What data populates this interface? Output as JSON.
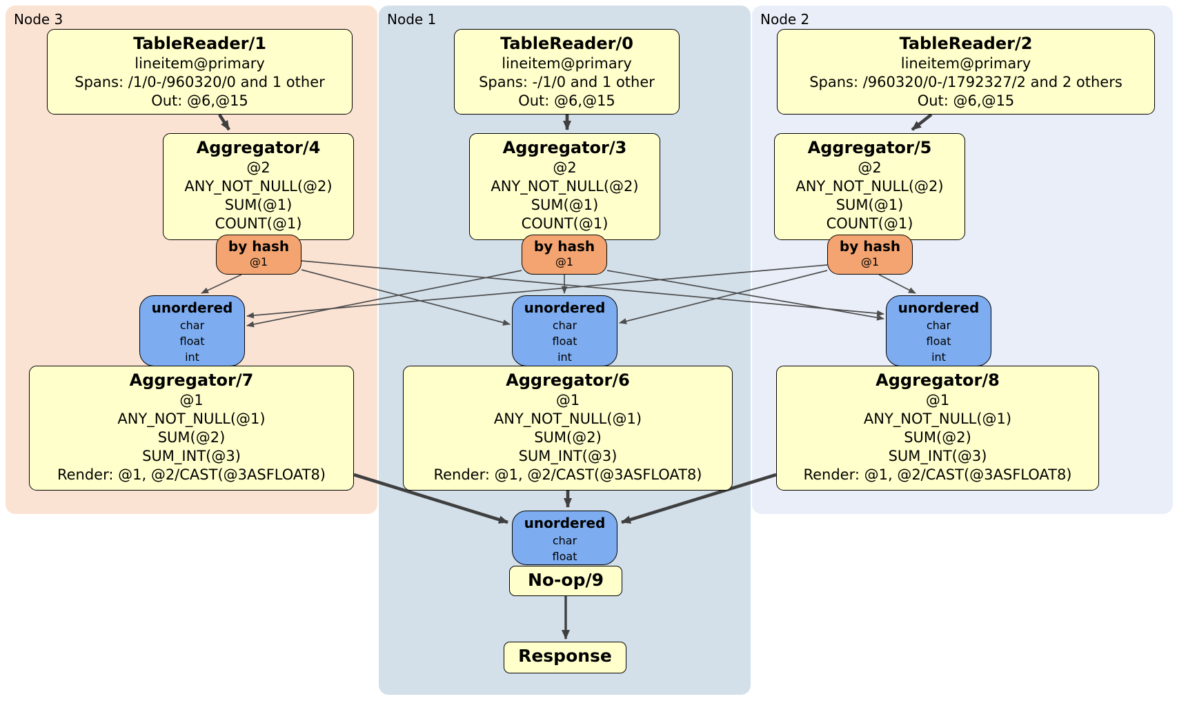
{
  "colors": {
    "box_yellow": "#ffffcc",
    "router_orange": "#f4a470",
    "stream_blue": "#7dacf0",
    "node3_bg": "#fbe3d4",
    "node1_bg": "#d3e0ea",
    "node2_bg": "#e9eef8",
    "edge_thick": "#3f3f3f",
    "edge_thin": "#4d4d4d"
  },
  "node3": {
    "label": "Node 3",
    "table_reader": {
      "title": "TableReader/1",
      "index": "lineitem@primary",
      "spans": "Spans: /1/0-/960320/0 and 1 other",
      "out": "Out: @6,@15"
    },
    "aggregator_top": {
      "title": "Aggregator/4",
      "group": "@2",
      "agg1": "ANY_NOT_NULL(@2)",
      "agg2": "SUM(@1)",
      "agg3": "COUNT(@1)"
    },
    "router": {
      "title": "by hash",
      "key": "@1"
    },
    "stream": {
      "title": "unordered",
      "col1": "char",
      "col2": "float",
      "col3": "int"
    },
    "aggregator_bottom": {
      "title": "Aggregator/7",
      "group": "@1",
      "agg1": "ANY_NOT_NULL(@1)",
      "agg2": "SUM(@2)",
      "agg3": "SUM_INT(@3)",
      "render": "Render: @1, @2/CAST(@3ASFLOAT8)"
    }
  },
  "node1": {
    "label": "Node 1",
    "table_reader": {
      "title": "TableReader/0",
      "index": "lineitem@primary",
      "spans": "Spans: -/1/0 and 1 other",
      "out": "Out: @6,@15"
    },
    "aggregator_top": {
      "title": "Aggregator/3",
      "group": "@2",
      "agg1": "ANY_NOT_NULL(@2)",
      "agg2": "SUM(@1)",
      "agg3": "COUNT(@1)"
    },
    "router": {
      "title": "by hash",
      "key": "@1"
    },
    "stream": {
      "title": "unordered",
      "col1": "char",
      "col2": "float",
      "col3": "int"
    },
    "aggregator_bottom": {
      "title": "Aggregator/6",
      "group": "@1",
      "agg1": "ANY_NOT_NULL(@1)",
      "agg2": "SUM(@2)",
      "agg3": "SUM_INT(@3)",
      "render": "Render: @1, @2/CAST(@3ASFLOAT8)"
    },
    "merge_stream": {
      "title": "unordered",
      "col1": "char",
      "col2": "float"
    },
    "noop": {
      "title": "No-op/9"
    },
    "response": {
      "title": "Response"
    }
  },
  "node2": {
    "label": "Node 2",
    "table_reader": {
      "title": "TableReader/2",
      "index": "lineitem@primary",
      "spans": "Spans: /960320/0-/1792327/2 and 2 others",
      "out": "Out: @6,@15"
    },
    "aggregator_top": {
      "title": "Aggregator/5",
      "group": "@2",
      "agg1": "ANY_NOT_NULL(@2)",
      "agg2": "SUM(@1)",
      "agg3": "COUNT(@1)"
    },
    "router": {
      "title": "by hash",
      "key": "@1"
    },
    "stream": {
      "title": "unordered",
      "col1": "char",
      "col2": "float",
      "col3": "int"
    },
    "aggregator_bottom": {
      "title": "Aggregator/8",
      "group": "@1",
      "agg1": "ANY_NOT_NULL(@1)",
      "agg2": "SUM(@2)",
      "agg3": "SUM_INT(@3)",
      "render": "Render: @1, @2/CAST(@3ASFLOAT8)"
    }
  }
}
